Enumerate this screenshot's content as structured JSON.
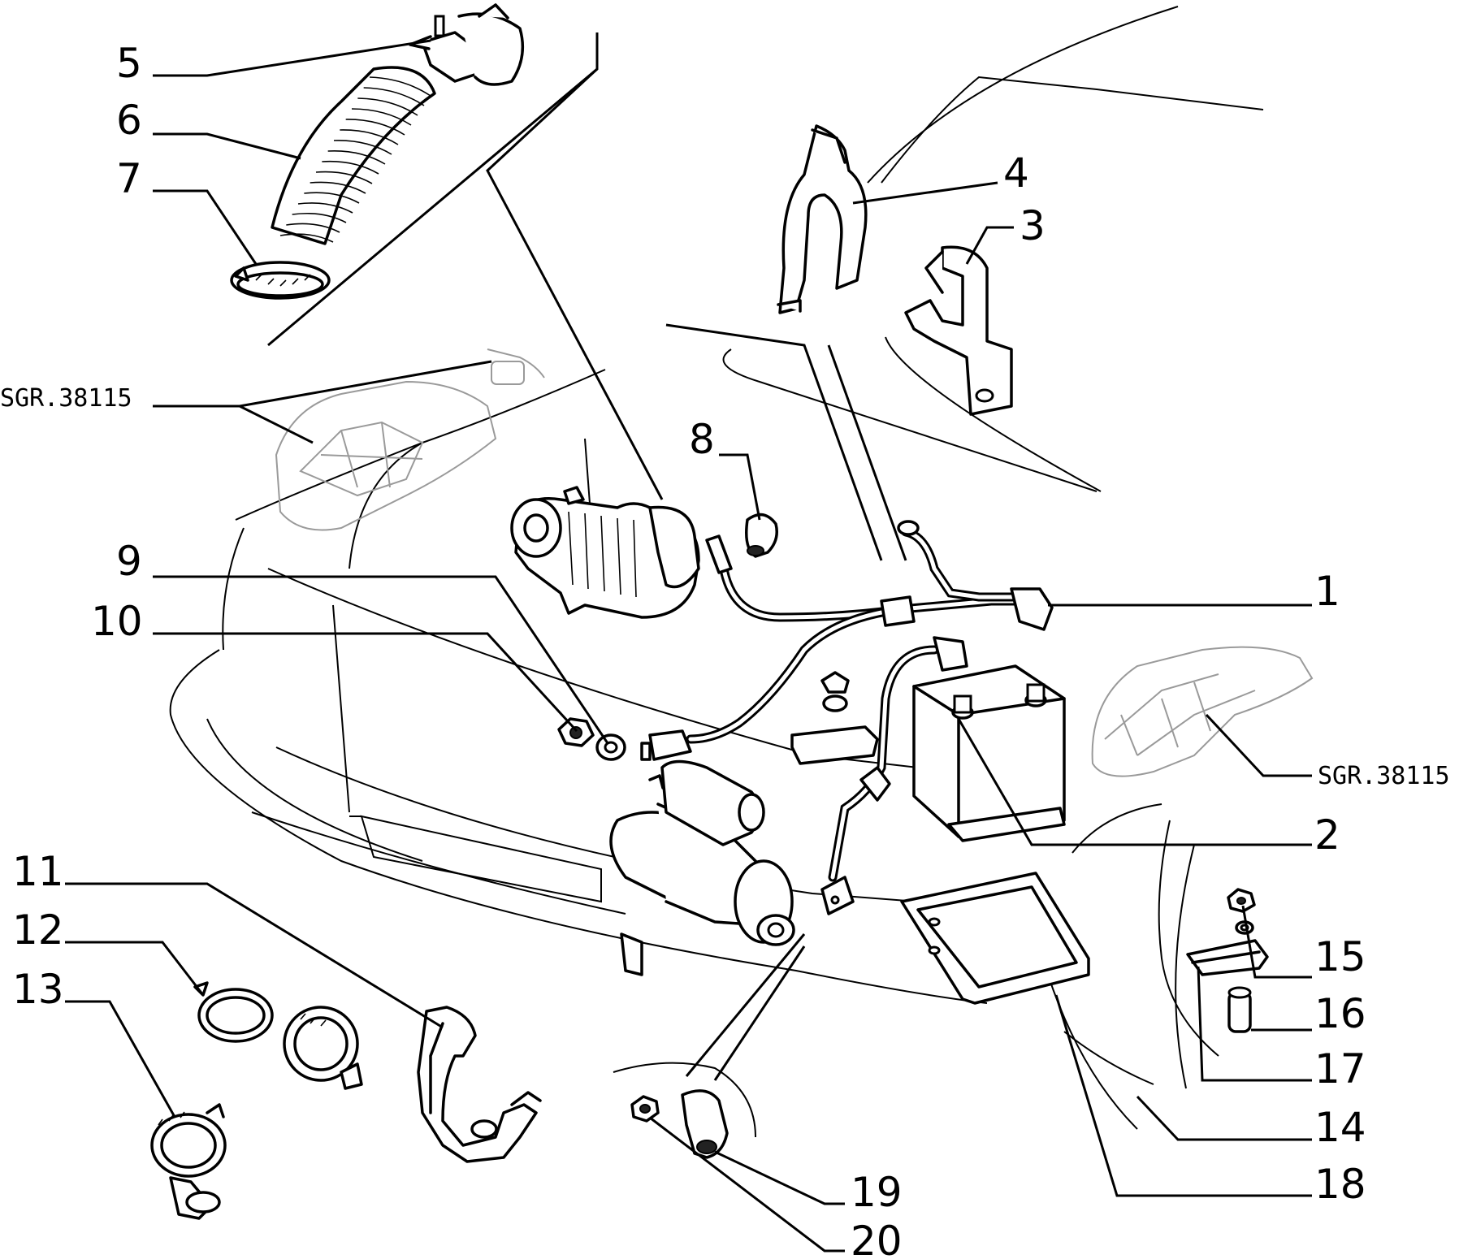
{
  "callouts": {
    "c1": "1",
    "c2": "2",
    "c3": "3",
    "c4": "4",
    "c5": "5",
    "c6": "6",
    "c7": "7",
    "c8": "8",
    "c9": "9",
    "c10": "10",
    "c11": "11",
    "c12": "12",
    "c13": "13",
    "c14": "14",
    "c15": "15",
    "c16": "16",
    "c17": "17",
    "c18": "18",
    "c19": "19",
    "c20": "20"
  },
  "references": {
    "left": "SGR.38115",
    "right": "SGR.38115"
  }
}
